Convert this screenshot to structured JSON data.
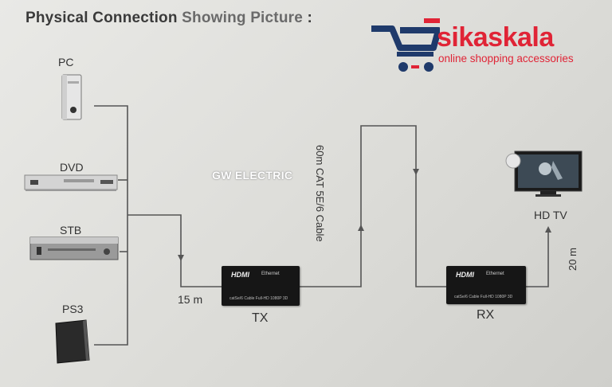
{
  "title": {
    "bold": "Physical Connection ",
    "light": "Showing Picture",
    "suffix": " :"
  },
  "logo": {
    "brand": "sikaskala",
    "tagline": "online shopping accessories",
    "color": "#e02436",
    "cart_color": "#1f3a6b"
  },
  "watermark": "GW ELECTRIC",
  "sources": {
    "pc": "PC",
    "dvd": "DVD",
    "stb": "STB",
    "ps3": "PS3"
  },
  "tx": {
    "label": "TX",
    "hdmi": "HDMI",
    "ethernet": "Ethernet",
    "fine": "catSe/6 Cable    Full-HD 1080P 3D"
  },
  "rx": {
    "label": "RX",
    "hdmi": "HDMI",
    "ethernet": "Ethernet",
    "fine": "catSe/6 Cable    Full-HD 1080P 3D"
  },
  "cable_15": "15 m",
  "cable_60": "60m CAT 5E/6 Cable",
  "cable_20": "20 m",
  "display": {
    "label": "HD TV"
  }
}
